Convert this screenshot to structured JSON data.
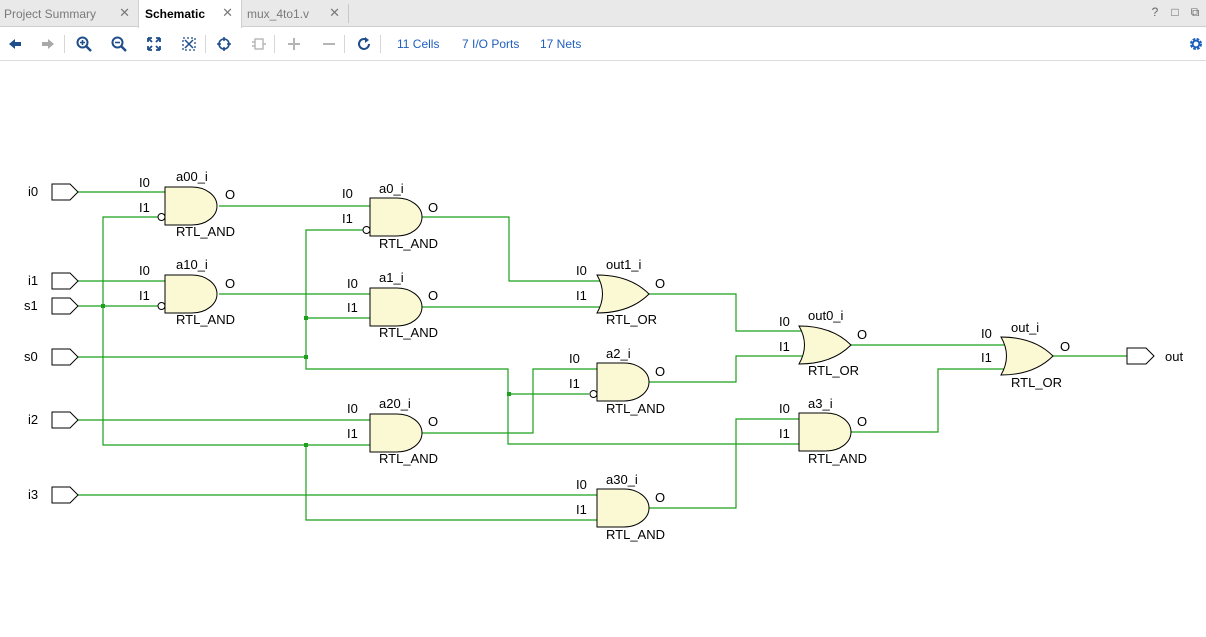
{
  "tabs": [
    {
      "label": "Project Summary",
      "active": false
    },
    {
      "label": "Schematic",
      "active": true
    },
    {
      "label": "mux_4to1.v",
      "active": false
    }
  ],
  "window_buttons": {
    "help": "?",
    "restore": "□",
    "detach": "⧉"
  },
  "toolbar": {
    "cells": "11 Cells",
    "io_ports": "7 I/O Ports",
    "nets": "17 Nets"
  },
  "ports": {
    "i0": "i0",
    "i1": "i1",
    "s1": "s1",
    "s0": "s0",
    "i2": "i2",
    "i3": "i3",
    "out": "out"
  },
  "gates": {
    "a00": {
      "name": "a00_i",
      "type": "RTL_AND",
      "in0": "I0",
      "in1": "I1",
      "out": "O"
    },
    "a10": {
      "name": "a10_i",
      "type": "RTL_AND",
      "in0": "I0",
      "in1": "I1",
      "out": "O"
    },
    "a0": {
      "name": "a0_i",
      "type": "RTL_AND",
      "in0": "I0",
      "in1": "I1",
      "out": "O"
    },
    "a1": {
      "name": "a1_i",
      "type": "RTL_AND",
      "in0": "I0",
      "in1": "I1",
      "out": "O"
    },
    "a20": {
      "name": "a20_i",
      "type": "RTL_AND",
      "in0": "I0",
      "in1": "I1",
      "out": "O"
    },
    "out1": {
      "name": "out1_i",
      "type": "RTL_OR",
      "in0": "I0",
      "in1": "I1",
      "out": "O"
    },
    "a2": {
      "name": "a2_i",
      "type": "RTL_AND",
      "in0": "I0",
      "in1": "I1",
      "out": "O"
    },
    "a30": {
      "name": "a30_i",
      "type": "RTL_AND",
      "in0": "I0",
      "in1": "I1",
      "out": "O"
    },
    "out0": {
      "name": "out0_i",
      "type": "RTL_OR",
      "in0": "I0",
      "in1": "I1",
      "out": "O"
    },
    "a3": {
      "name": "a3_i",
      "type": "RTL_AND",
      "in0": "I0",
      "in1": "I1",
      "out": "O"
    },
    "outg": {
      "name": "out_i",
      "type": "RTL_OR",
      "in0": "I0",
      "in1": "I1",
      "out": "O"
    }
  },
  "colors": {
    "wire": "#1aa01a",
    "gate_fill": "#fbf8d4",
    "link": "#1f5fbf",
    "gear": "#1f5fbf"
  }
}
